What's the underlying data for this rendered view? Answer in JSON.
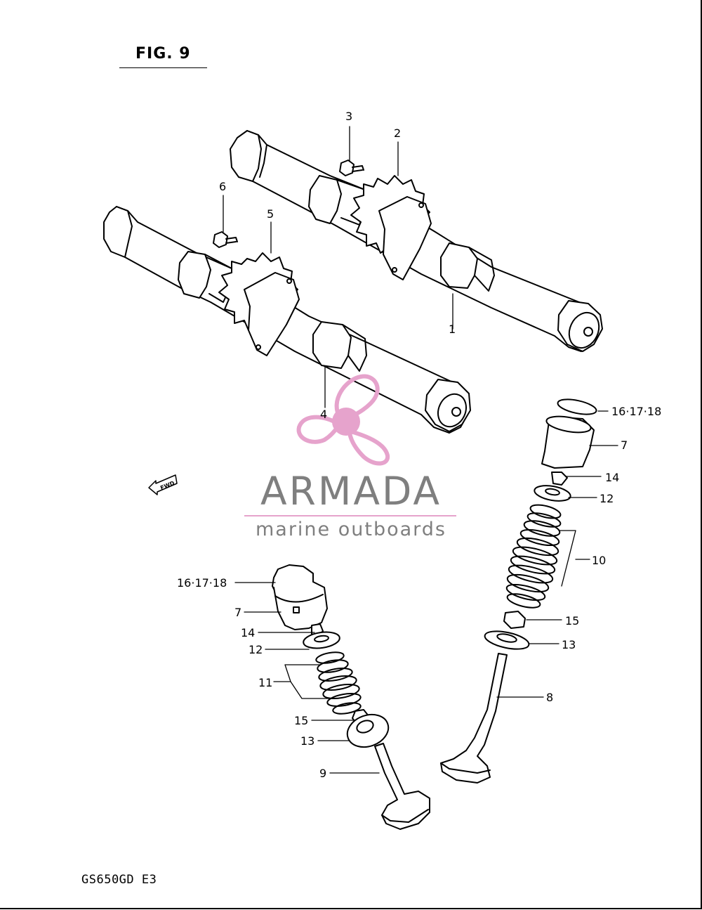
{
  "figure_title": "FIG. 9",
  "model_code": "GS650GD E3",
  "watermark": {
    "brand": "ARMADA",
    "tagline": "marine outboards",
    "accent_color": "#e6a3cc",
    "text_color": "#7f7f7f"
  },
  "fwd_label": "FWD",
  "callouts": [
    "1",
    "2",
    "3",
    "4",
    "5",
    "6",
    "16·17·18",
    "7",
    "14",
    "12",
    "10",
    "15",
    "13",
    "8",
    "16·17·18",
    "7",
    "14",
    "12",
    "11",
    "15",
    "13",
    "9"
  ]
}
